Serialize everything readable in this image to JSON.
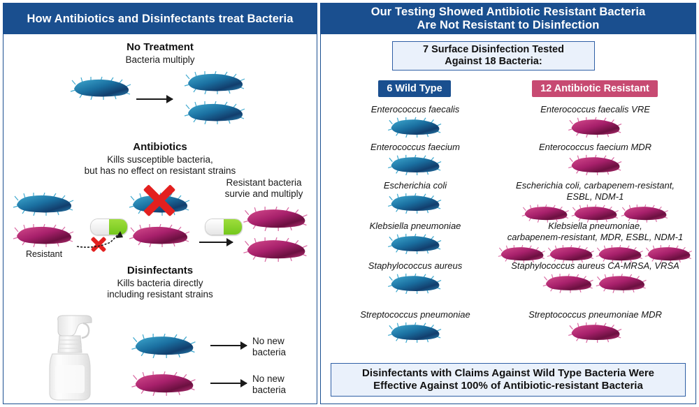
{
  "left": {
    "header": "How Antibiotics and Disinfectants treat Bacteria",
    "sections": [
      {
        "title": "No Treatment",
        "subtitle": "Bacteria multiply"
      },
      {
        "title": "Antibiotics",
        "subtitle": "Kills susceptible bacteria,\nbut has no effect on resistant strains",
        "note_resistant": "Resistant",
        "note_survive": "Resistant bacteria\nsurvie and multiply"
      },
      {
        "title": "Disinfectants",
        "subtitle": "Kills bacteria directly\nincluding resistant strains",
        "result_1": "No new\nbacteria",
        "result_2": "No new\nbacteria"
      }
    ]
  },
  "right": {
    "header": "Our Testing Showed Antibiotic Resistant Bacteria\nAre Not Resistant to Disinfection",
    "tested_box": "7 Surface Disinfection Tested\nAgainst 18 Bacteria:",
    "columns": [
      {
        "badge": "6 Wild Type",
        "badge_color": "#1a4f8f",
        "organisms": [
          {
            "name": "Enterococcus faecalis",
            "count": 1
          },
          {
            "name": "Enterococcus faecium",
            "count": 1
          },
          {
            "name": "Escherichia coli",
            "count": 1
          },
          {
            "name": "Klebsiella pneumoniae",
            "count": 1
          },
          {
            "name": "Staphylococcus aureus",
            "count": 1
          },
          {
            "name": "Streptococcus pneumoniae",
            "count": 1
          }
        ]
      },
      {
        "badge": "12 Antibiotic Resistant",
        "badge_color": "#c74a72",
        "organisms": [
          {
            "name": "Enterococcus faecalis VRE",
            "count": 1
          },
          {
            "name": "Enterococcus faecium MDR",
            "count": 1
          },
          {
            "name": "Escherichia coli, carbapenem-resistant,\nESBL, NDM-1",
            "count": 3
          },
          {
            "name": "Klebsiella pneumoniae,\ncarbapenem-resistant, MDR, ESBL, NDM-1",
            "count": 4
          },
          {
            "name": "Staphylococcus aureus CA-MRSA, VRSA",
            "count": 2
          },
          {
            "name": "Streptococcus pneumoniae MDR",
            "count": 1
          }
        ]
      }
    ],
    "conclusion_box": "Disinfectants with Claims Against Wild Type Bacteria Were\nEffective Against 100% of Antibiotic-resistant Bacteria"
  },
  "colors": {
    "header_blue": "#1a4f8f",
    "badge_pink": "#c74a72",
    "box_fill": "#eaf1fb",
    "box_border": "#2f5fa5",
    "bacteria_blue": "#1f7fae",
    "bacteria_pink": "#b52a6e",
    "x_red": "#e3201f",
    "pill_green": "#74c81d"
  }
}
